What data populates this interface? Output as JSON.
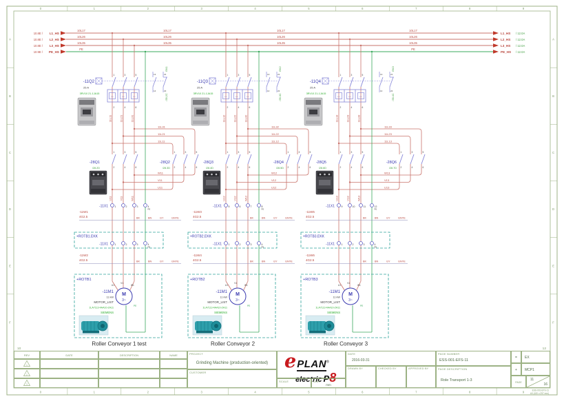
{
  "frame": {
    "columns": [
      "0",
      "1",
      "2",
      "3",
      "4",
      "5",
      "6",
      "7",
      "8",
      "9"
    ],
    "rows": [
      "A",
      "B",
      "C",
      "D",
      "E",
      "F"
    ],
    "prev_page": "10",
    "next_page": "12",
    "footer_doc": "ESS-001-EFS-11",
    "footer_size": "A3 (420 x 297 mm)"
  },
  "colors": {
    "frame": "#9cb284",
    "frametxt": "#7d9b6a",
    "wire": "#c9736b",
    "wiretxt": "#b8453c",
    "arrow": "#c0392b",
    "pe": "#3aa85c",
    "sym": "#8585d8",
    "tag": "#3a3ab0",
    "term": "#5c5cc4",
    "green": "#3f9e3f",
    "part": "#2fae2f",
    "dark": "#3c3c3c",
    "cable": "#8a8ab8",
    "teal": "#2fa39b",
    "text": "#3c3c3c"
  },
  "bus": {
    "sources": [
      {
        "ref": "10.8E /",
        "name": "L1_HS",
        "wire": "10L17"
      },
      {
        "ref": "10.8E /",
        "name": "L2_HS",
        "wire": "10L26"
      },
      {
        "ref": "10.8E /",
        "name": "L3_HS",
        "wire": "10L35"
      },
      {
        "ref": "10.9E /",
        "name": "PE_HS",
        "wire": "PE"
      }
    ],
    "destinations": [
      {
        "name": "L1_HS",
        "rating": "/ 12.0A"
      },
      {
        "name": "L2_HS",
        "rating": "/ 12.0A"
      },
      {
        "name": "L3_HS",
        "rating": "/ 12.0A"
      },
      {
        "name": "PE_HS",
        "rating": "/ 12.0A"
      }
    ]
  },
  "symbols": {
    "pole_top": [
      "1",
      "3",
      "5"
    ],
    "pole_bottom": [
      "2",
      "4",
      "6"
    ],
    "aux_top": [
      "13",
      "21"
    ],
    "aux_bottom": [
      "14",
      "22"
    ],
    "overload": "I>",
    "motor_letter": "M",
    "motor_phase": "3~",
    "motor_terminals": [
      "U1",
      "V1",
      "W1"
    ],
    "pe_label": "PE"
  },
  "circuits": [
    {
      "breaker": {
        "tag": "-11Q2",
        "rating": "25 A",
        "part": "3RV10 21-1JA15",
        "mfr": "SIEMENS",
        "location": "EK1",
        "aux_ref": "/35.2C"
      },
      "wires_in": [
        "11L11",
        "11L21",
        "11L31"
      ],
      "bridge_top": [
        "11L31",
        "11L21",
        "11L11"
      ],
      "contactor_a": {
        "tag": "-28Q1",
        "ref": "/28.2D"
      },
      "contactor_b": {
        "tag": "-28Q2",
        "ref": "/28.3D"
      },
      "bridge_bottom": [
        "W11",
        "V11",
        "U11"
      ],
      "wires_motor": [
        "U11",
        "V11",
        "W11"
      ],
      "strip_tag": "-11X1",
      "terminals_1": [
        "1",
        "2",
        "3"
      ],
      "pe_terminal_1": "4",
      "cable_1": {
        "tag": "-11W1",
        "spec": "4G2.5",
        "cores": [
          "BK",
          "BN",
          "GY",
          "GNYE"
        ]
      },
      "ekk": {
        "label": "+ROTB1.EKK",
        "strip_tag": "-11X1",
        "terminals": [
          "1",
          "2",
          "3"
        ],
        "pe_terminal": "4"
      },
      "cable_2": {
        "tag": "-11W2",
        "spec": "4G2.5",
        "cores": [
          "BK",
          "BN",
          "GY",
          "GNYE"
        ]
      },
      "motor": {
        "box_label": "+ROTB1",
        "tag": "-11M1",
        "power": "11 kW",
        "function": "MOTOR_LIST",
        "part": "1LA7113-4AA10-ZA11",
        "mfr": "SIEMENS"
      },
      "caption": "Roller Conveyor 1 test"
    },
    {
      "breaker": {
        "tag": "-11Q3",
        "rating": "25 A",
        "part": "3RV10 21-1JA15",
        "mfr": "SIEMENS",
        "location": "EK2",
        "aux_ref": "/35.3C"
      },
      "wires_in": [
        "11L12",
        "11L22",
        "11L32"
      ],
      "bridge_top": [
        "11L32",
        "11L22",
        "11L12"
      ],
      "contactor_a": {
        "tag": "-28Q3",
        "ref": "/28.4D"
      },
      "contactor_b": {
        "tag": "-28Q4",
        "ref": "/28.5D"
      },
      "bridge_bottom": [
        "W12",
        "V12",
        "U12"
      ],
      "wires_motor": [
        "U12",
        "V12",
        "W12"
      ],
      "strip_tag": "-11X1",
      "terminals_1": [
        "5",
        "6",
        "7"
      ],
      "pe_terminal_1": "8",
      "cable_1": {
        "tag": "-11W3",
        "spec": "4G2.5",
        "cores": [
          "BK",
          "BN",
          "GY",
          "GNYE"
        ]
      },
      "ekk": {
        "label": "+ROTB2.EKK",
        "strip_tag": "-11X1",
        "terminals": [
          "1",
          "2",
          "3"
        ],
        "pe_terminal": "4"
      },
      "cable_2": {
        "tag": "-11W4",
        "spec": "4G2.5",
        "cores": [
          "BK",
          "BN",
          "GY",
          "GNYE"
        ]
      },
      "motor": {
        "box_label": "+ROTB2",
        "tag": "-11M1",
        "power": "11 kW",
        "function": "MOTOR_LIST",
        "part": "1LA7113-4AA10-ZA11",
        "mfr": "SIEMENS"
      },
      "caption": "Roller Conveyor 2"
    },
    {
      "breaker": {
        "tag": "-11Q4",
        "rating": "25 A",
        "part": "3RV10 21-1JA15",
        "mfr": "SIEMENS",
        "location": "EK3",
        "aux_ref": "/35.4C"
      },
      "wires_in": [
        "11L13",
        "11L23",
        "11L33"
      ],
      "bridge_top": [
        "11L33",
        "11L23",
        "11L13"
      ],
      "contactor_a": {
        "tag": "-28Q5",
        "ref": "/28.6D"
      },
      "contactor_b": {
        "tag": "-28Q6",
        "ref": "/28.7D"
      },
      "bridge_bottom": [
        "W13",
        "V13",
        "U13"
      ],
      "wires_motor": [
        "U13",
        "V13",
        "W13"
      ],
      "strip_tag": "-11X1",
      "terminals_1": [
        "9",
        "10",
        "11"
      ],
      "pe_terminal_1": "12",
      "cable_1": {
        "tag": "-11W5",
        "spec": "4G2.5",
        "cores": [
          "BK",
          "BN",
          "GY",
          "GNYE"
        ]
      },
      "ekk": {
        "label": "+ROTB3.EKK",
        "strip_tag": "-11X1",
        "terminals": [
          "1",
          "2",
          "3"
        ],
        "pe_terminal": "4"
      },
      "cable_2": {
        "tag": "-11W6",
        "spec": "4G2.5",
        "cores": [
          "BK",
          "BN",
          "GY",
          "GNYE"
        ]
      },
      "motor": {
        "box_label": "+ROTB3",
        "tag": "-11M1",
        "power": "11 kW",
        "function": "MOTOR_LIST",
        "part": "1LA7113-4AA10-ZA11",
        "mfr": "SIEMENS"
      },
      "caption": "Roller Conveyor 3"
    }
  ],
  "titleblock": {
    "headers": {
      "rev": "REV",
      "date": "DATE",
      "description": "DESCRIPTION",
      "name": "NAME",
      "project": "PROJECT",
      "customer": "CUSTOMER",
      "scale": "SCALE",
      "unit": "UNIT",
      "date2": "DATE",
      "drawn": "DRAWN BY",
      "checked": "CHECKED BY",
      "approved": "APPROVED BY",
      "page_number": "PAGE NUMBER",
      "page_description": "PAGE DESCRIPTION",
      "page": "PAGE"
    },
    "project": "Grinding Machine (production-oriented)",
    "unit_value": "mm",
    "date_value": "2016-03-31",
    "page_number_value": "ESS-001-EFS-11",
    "page_description_value": "Role Transport 1-3",
    "structure_eq": {
      "sign": "=",
      "value": "EX"
    },
    "structure_plus": {
      "sign": "+",
      "value": "MCP1"
    },
    "page_value": "11",
    "page_total": "16",
    "rev_marks": [
      "1",
      "2",
      "3"
    ],
    "logo": {
      "e": "e",
      "plan": "PLAN",
      "reg": "®",
      "electric": "electric",
      "p": "P",
      "eight": "8"
    }
  }
}
